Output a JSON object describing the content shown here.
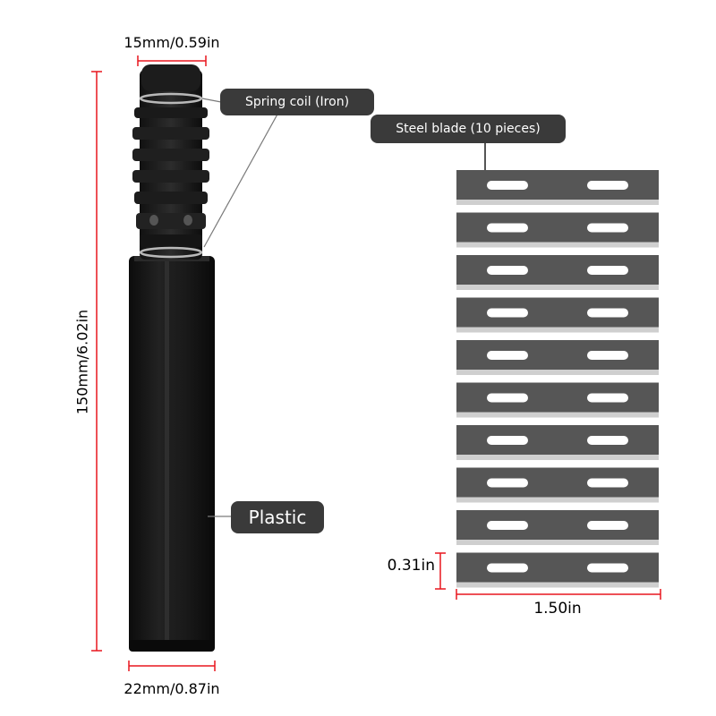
{
  "dimensions": {
    "top_width": "15mm/0.59in",
    "bottom_width": "22mm/0.87in",
    "height": "150mm/6.02in",
    "blade_height": "0.31in",
    "blade_width": "1.50in"
  },
  "labels": {
    "spring": "Spring coil (Iron)",
    "blade": "Steel blade (10 pieces)",
    "plastic": "Plastic"
  },
  "blade_count": 10,
  "colors": {
    "dimension_line": "#e8161e",
    "callout_bg": "#3a3a3a",
    "handle": "#141414",
    "blade_fill": "#565656",
    "blade_edge": "#cfcfcf",
    "spring": "#b9b9b9"
  }
}
